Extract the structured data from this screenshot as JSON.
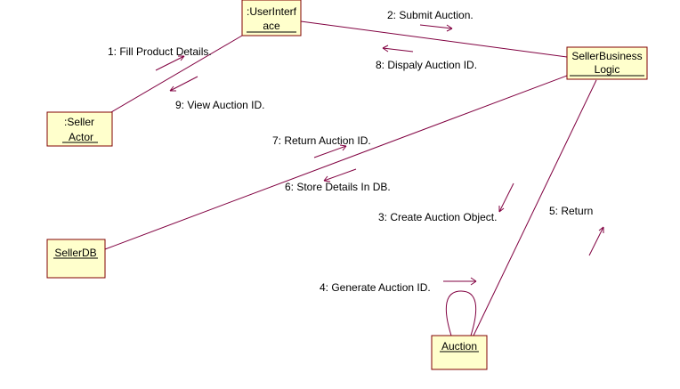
{
  "objects": {
    "user_interface": {
      "line1": ":UserInterf",
      "line2": "ace"
    },
    "seller_actor": {
      "line1": ":Seller",
      "line2": "Actor"
    },
    "seller_business_logic": {
      "line1": "SellerBusiness",
      "line2": "Logic"
    },
    "seller_db": {
      "label": "SellerDB"
    },
    "auction": {
      "label": "Auction"
    }
  },
  "messages": {
    "m1": "1: Fill Product Details.",
    "m2": "2: Submit Auction.",
    "m3": "3: Create Auction Object.",
    "m4": "4: Generate Auction ID.",
    "m5": "5: Return",
    "m6": "6: Store Details In DB.",
    "m7": "7: Return Auction ID.",
    "m8": "8: Dispaly Auction ID.",
    "m9": "9: View Auction ID."
  },
  "colors": {
    "box_fill": "#ffffcc",
    "box_border": "#800000",
    "line": "#800040"
  }
}
